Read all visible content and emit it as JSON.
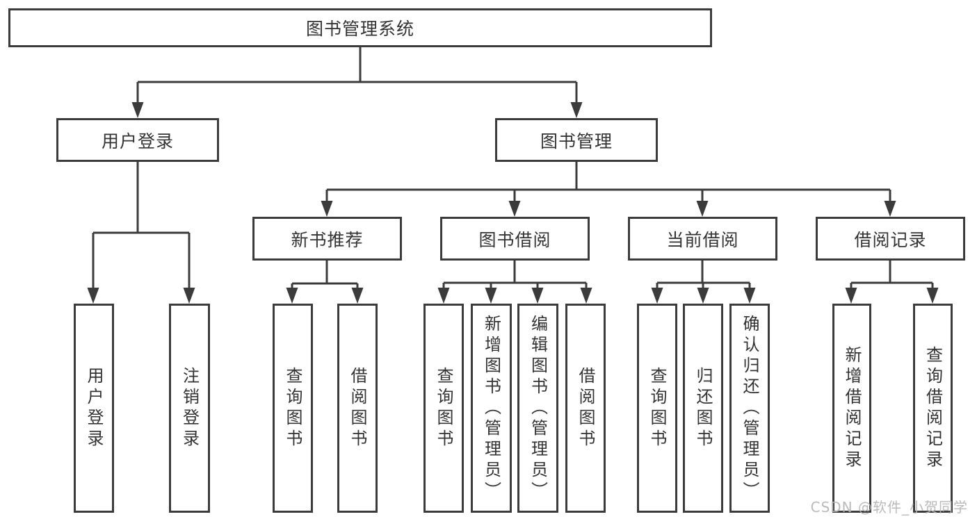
{
  "root": {
    "label": "图书管理系统"
  },
  "branches": [
    {
      "label": "用户登录",
      "children": [
        {
          "label": "用户登录"
        },
        {
          "label": "注销登录"
        }
      ]
    },
    {
      "label": "图书管理",
      "groups": [
        {
          "label": "新书推荐",
          "children": [
            {
              "label": "查询图书"
            },
            {
              "label": "借阅图书"
            }
          ]
        },
        {
          "label": "图书借阅",
          "children": [
            {
              "label": "查询图书"
            },
            {
              "label": "新增图书（管理员）"
            },
            {
              "label": "编辑图书（管理员）"
            },
            {
              "label": "借阅图书"
            }
          ]
        },
        {
          "label": "当前借阅",
          "children": [
            {
              "label": "查询图书"
            },
            {
              "label": "归还图书"
            },
            {
              "label": "确认归还（管理员）"
            }
          ]
        },
        {
          "label": "借阅记录",
          "children": [
            {
              "label": "新增借阅记录"
            },
            {
              "label": "查询借阅记录"
            }
          ]
        }
      ]
    }
  ],
  "watermark": {
    "text": "CSDN @软件_小贺同学"
  },
  "colors": {
    "line": "#3b3b3b",
    "text": "#333333",
    "watermark": "#b5b5b5",
    "background": "#ffffff"
  }
}
